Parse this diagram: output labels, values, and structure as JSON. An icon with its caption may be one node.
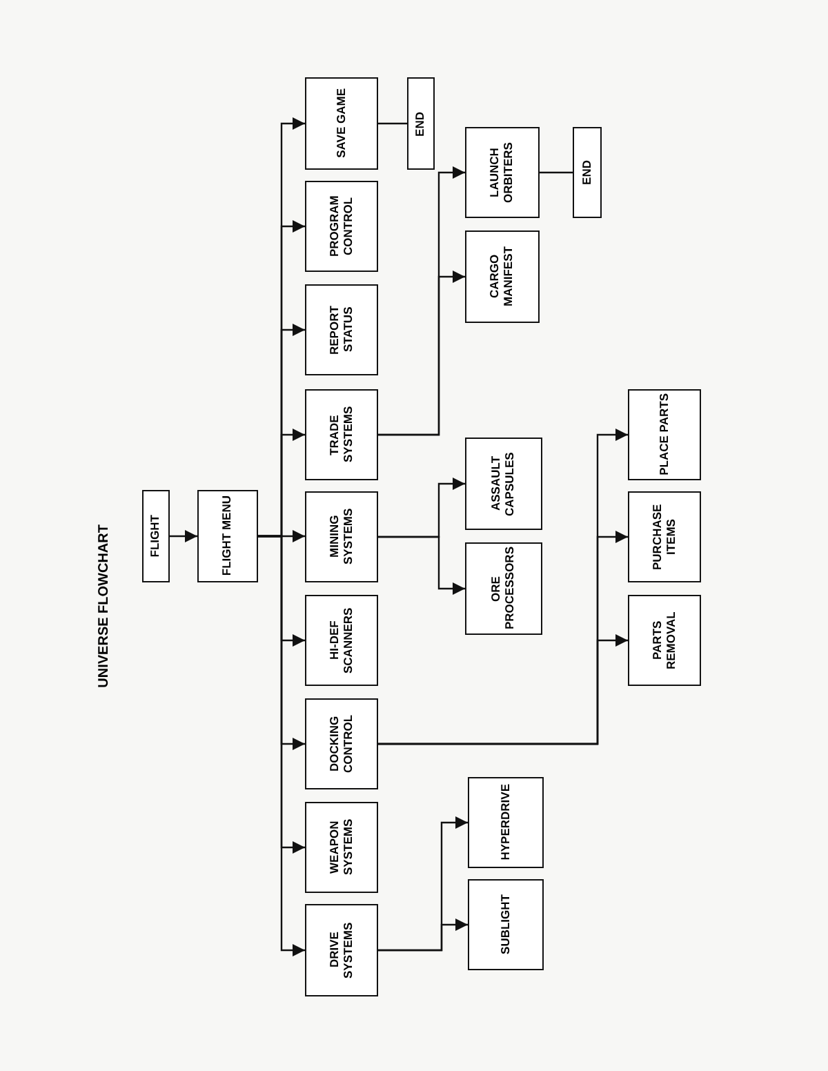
{
  "diagram": {
    "title": "UNIVERSE FLOWCHART",
    "nodes": [
      {
        "text": [
          "FLIGHT"
        ]
      },
      {
        "text": [
          "FLIGHT MENU"
        ]
      },
      {
        "text": [
          "SAVE GAME"
        ]
      },
      {
        "text": [
          "PROGRAM CONTROL"
        ]
      },
      {
        "text": [
          "REPORT STATUS"
        ]
      },
      {
        "text": [
          "TRADE SYSTEMS"
        ]
      },
      {
        "text": [
          "MINING SYSTEMS"
        ]
      },
      {
        "text": [
          "HI-DEF SCANNERS"
        ]
      },
      {
        "text": [
          "DOCKING CONTROL"
        ]
      },
      {
        "text": [
          "WEAPON SYSTEMS"
        ]
      },
      {
        "text": [
          "DRIVE SYSTEMS"
        ]
      },
      {
        "text": [
          "END"
        ]
      },
      {
        "text": [
          "LAUNCH ORBITERS"
        ]
      },
      {
        "text": [
          "CARGO MANIFEST"
        ]
      },
      {
        "text": [
          "END"
        ]
      },
      {
        "text": [
          "ASSAULT CAPSULES"
        ]
      },
      {
        "text": [
          "ORE PROCESSORS"
        ]
      },
      {
        "text": [
          "PLACE PARTS"
        ]
      },
      {
        "text": [
          "PURCHASE ITEMS"
        ]
      },
      {
        "text": [
          "PARTS REMOVAL"
        ]
      },
      {
        "text": [
          "HYPERDRIVE"
        ]
      },
      {
        "text": [
          "SUBLIGHT"
        ]
      }
    ],
    "edges": [
      {
        "from": 0,
        "to": 1,
        "arrow": "to"
      },
      {
        "from": 1,
        "to": 2,
        "arrow": "to"
      },
      {
        "from": 1,
        "to": 3,
        "arrow": "to"
      },
      {
        "from": 1,
        "to": 4,
        "arrow": "to"
      },
      {
        "from": 1,
        "to": 5,
        "arrow": "to"
      },
      {
        "from": 1,
        "to": 6,
        "arrow": "to"
      },
      {
        "from": 1,
        "to": 7,
        "arrow": "to"
      },
      {
        "from": 1,
        "to": 8,
        "arrow": "to"
      },
      {
        "from": 1,
        "to": 9,
        "arrow": "to"
      },
      {
        "from": 1,
        "to": 10,
        "arrow": "to"
      },
      {
        "from": 2,
        "to": 11,
        "arrow": "none"
      },
      {
        "from": 5,
        "to": 12,
        "arrow": "to"
      },
      {
        "from": 5,
        "to": 13,
        "arrow": "to"
      },
      {
        "from": 12,
        "to": 14,
        "arrow": "none"
      },
      {
        "from": 6,
        "to": 15,
        "arrow": "to"
      },
      {
        "from": 6,
        "to": 16,
        "arrow": "to"
      },
      {
        "from": 8,
        "to": 17,
        "arrow": "to"
      },
      {
        "from": 8,
        "to": 18,
        "arrow": "to"
      },
      {
        "from": 8,
        "to": 19,
        "arrow": "to"
      },
      {
        "from": 10,
        "to": 20,
        "arrow": "to"
      },
      {
        "from": 10,
        "to": 21,
        "arrow": "to"
      }
    ]
  }
}
